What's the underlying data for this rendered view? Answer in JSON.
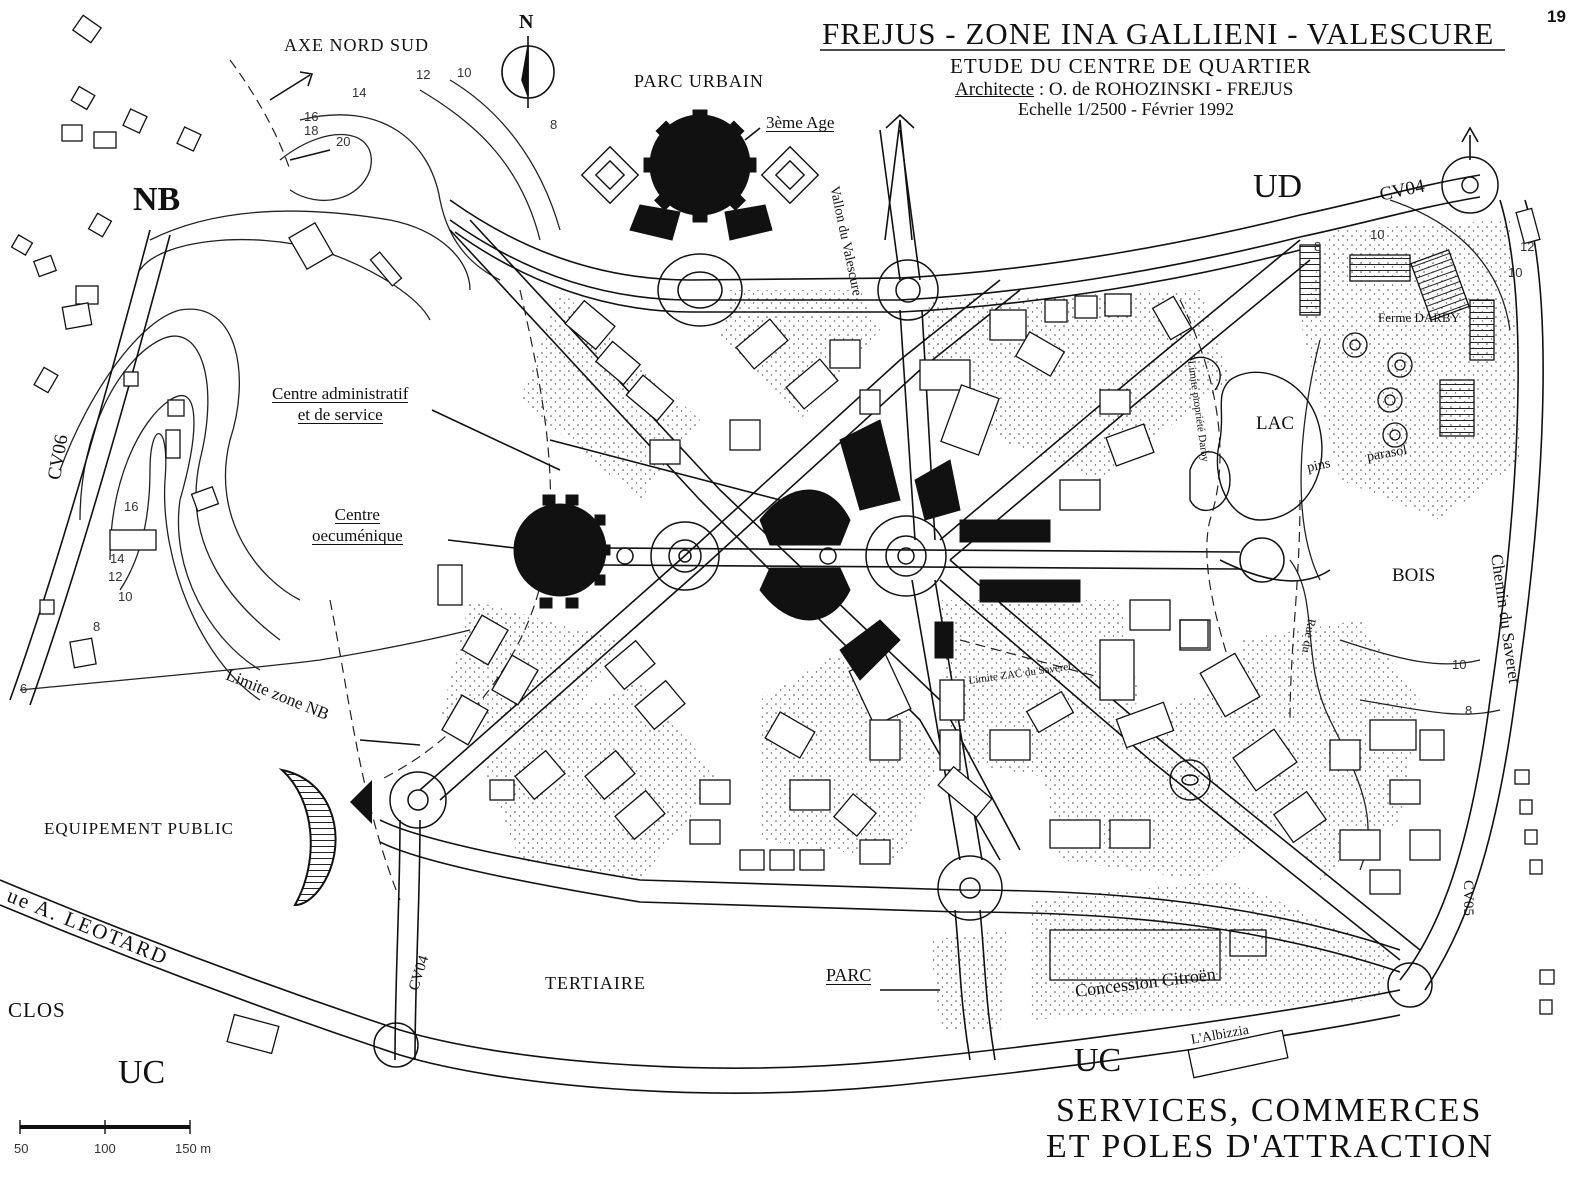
{
  "page_number": "19",
  "header": {
    "title": "FREJUS - ZONE INA  GALLIENI - VALESCURE",
    "subtitle": "ETUDE DU CENTRE DE QUARTIER",
    "architect_label": "Architecte",
    "architect_name": ": O. de ROHOZINSKI - FREJUS",
    "scale_date": "Echelle 1/2500  -  Février 1992"
  },
  "north_label": "N",
  "zones": {
    "nb": "NB",
    "ud": "UD",
    "uc_left": "UC",
    "uc_right": "UC"
  },
  "labels": {
    "axe_nord_sud": "AXE NORD SUD",
    "parc_urbain": "PARC URBAIN",
    "troisieme_age": "3ème Age",
    "vallon": "Vallon du Valescure",
    "centre_admin_1": "Centre administratif",
    "centre_admin_2": "et de service",
    "centre_oecu_1": "Centre",
    "centre_oecu_2": "oecuménique",
    "lac": "LAC",
    "bois": "BOIS",
    "ferme": "Ferme DARBY",
    "pins": "pins",
    "parasol": "parasol",
    "limite_nb": "Limite zone NB",
    "equipement": "EQUIPEMENT PUBLIC",
    "tertiaire": "TERTIAIRE",
    "parc": "PARC",
    "concession": "Concession Citroën",
    "albizzia": "L'Albizzia",
    "leotard": "ue A. LEOTARD",
    "clos": "CLOS",
    "chemin": "Chemin du Saveret",
    "limite_zac": "Limite ZAC du Saveret",
    "limite_propriete": "Limite propriété Darby",
    "rue_du": "Rue du"
  },
  "roads": {
    "cv04_top": "CV04",
    "cv04_bottom": "CV04",
    "cv05": "CV05",
    "cv06": "CV06"
  },
  "contours": [
    "20",
    "18",
    "16",
    "14",
    "12",
    "10",
    "16",
    "14",
    "12",
    "10",
    "8",
    "6",
    "8",
    "10",
    "8",
    "10",
    "8",
    "12",
    "10"
  ],
  "footer": {
    "line1": "SERVICES, COMMERCES",
    "line2": "ET POLES D'ATTRACTION"
  },
  "scale_bar": {
    "t0": "50",
    "t1": "100",
    "t2": "150 m"
  },
  "colors": {
    "ink": "#111111",
    "paper": "#ffffff",
    "hatch": "#222222"
  }
}
